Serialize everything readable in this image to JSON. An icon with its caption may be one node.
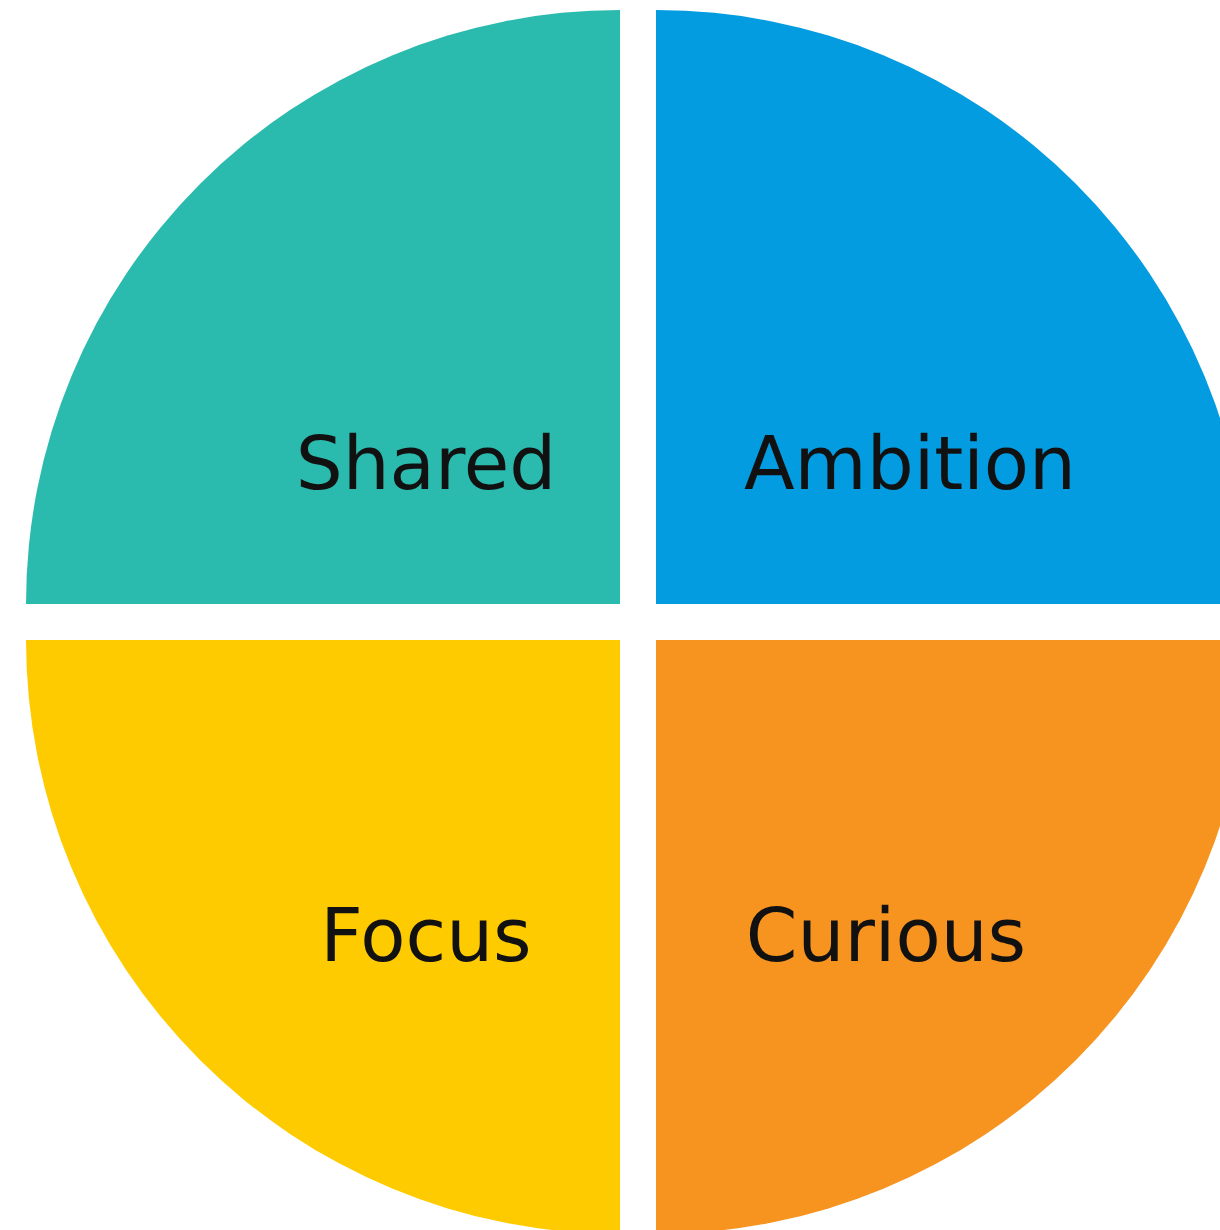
{
  "diagram": {
    "nodes": [
      {
        "text": [
          "Shared"
        ]
      },
      {
        "text": [
          "Ambition"
        ]
      },
      {
        "text": [
          "Focus"
        ]
      },
      {
        "text": [
          "Curious"
        ]
      }
    ]
  }
}
